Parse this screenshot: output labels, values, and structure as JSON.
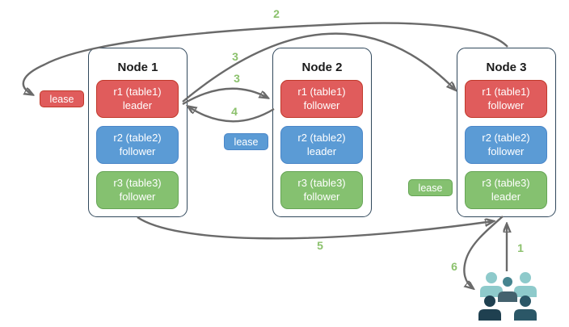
{
  "nodes": [
    {
      "title": "Node 1",
      "replicas": [
        {
          "name": "r1 (table1)",
          "role": "leader",
          "color": "#e05c5c"
        },
        {
          "name": "r2 (table2)",
          "role": "follower",
          "color": "#5b9bd5"
        },
        {
          "name": "r3 (table3)",
          "role": "follower",
          "color": "#85c170"
        }
      ]
    },
    {
      "title": "Node 2",
      "replicas": [
        {
          "name": "r1 (table1)",
          "role": "follower",
          "color": "#e05c5c"
        },
        {
          "name": "r2 (table2)",
          "role": "leader",
          "color": "#5b9bd5"
        },
        {
          "name": "r3 (table3)",
          "role": "follower",
          "color": "#85c170"
        }
      ]
    },
    {
      "title": "Node 3",
      "replicas": [
        {
          "name": "r1 (table1)",
          "role": "follower",
          "color": "#e05c5c"
        },
        {
          "name": "r2 (table2)",
          "role": "follower",
          "color": "#5b9bd5"
        },
        {
          "name": "r3 (table3)",
          "role": "leader",
          "color": "#85c170"
        }
      ]
    }
  ],
  "leases": [
    {
      "label": "lease",
      "color": "#e05c5c"
    },
    {
      "label": "lease",
      "color": "#5b9bd5"
    },
    {
      "label": "lease",
      "color": "#85c170"
    }
  ],
  "steps": {
    "1": "1",
    "2": "2",
    "3a": "3",
    "3b": "3",
    "4": "4",
    "5": "5",
    "6": "6"
  },
  "icons": {
    "users": "users-group-icon"
  },
  "colors": {
    "arrow": "#6a6a6a",
    "step_label": "#8bc16c",
    "node_border": "#31485c",
    "users_light_teal": "#8ecacb",
    "users_mid_teal": "#45848f",
    "users_slate": "#44626e",
    "users_dark_navy": "#1f4050",
    "users_dark_teal": "#2b5767"
  }
}
